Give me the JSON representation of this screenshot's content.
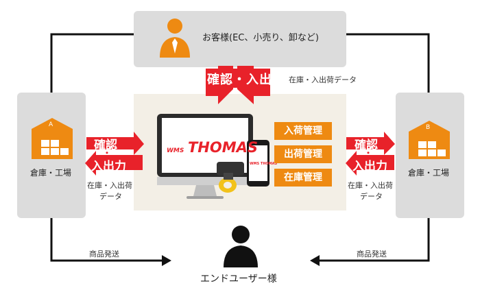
{
  "customer": {
    "label": "お客様(EC、小売り、卸など)",
    "icon": "businessman-icon"
  },
  "center_top": {
    "label_line1": "確認・入出力",
    "side_note": "在庫・入出荷データ"
  },
  "system": {
    "brand_small": "WMS",
    "brand_main": "THOMAS",
    "phone_brand": "WMS THOMAS",
    "modules": [
      "入荷管理",
      "出荷管理",
      "在庫管理"
    ]
  },
  "warehouse_a": {
    "letter": "A",
    "label": "倉庫・工場"
  },
  "warehouse_b": {
    "letter": "B",
    "label": "倉庫・工場"
  },
  "arrow_left": {
    "line1": "確認",
    "dot": "・",
    "line2": "入出力",
    "note_line1": "在庫・入出荷",
    "note_line2": "データ"
  },
  "arrow_right": {
    "line1": "確認",
    "dot": "・",
    "line2": "入出力",
    "note_line1": "在庫・入出荷",
    "note_line2": "データ"
  },
  "ship_left": "商品発送",
  "ship_right": "商品発送",
  "end_user": {
    "label": "エンドユーザー様",
    "icon": "person-icon"
  },
  "colors": {
    "red": "#e8222a",
    "orange": "#ee8a12",
    "panel_gray": "#dcdcdc",
    "center_bg": "#f3efe6"
  }
}
